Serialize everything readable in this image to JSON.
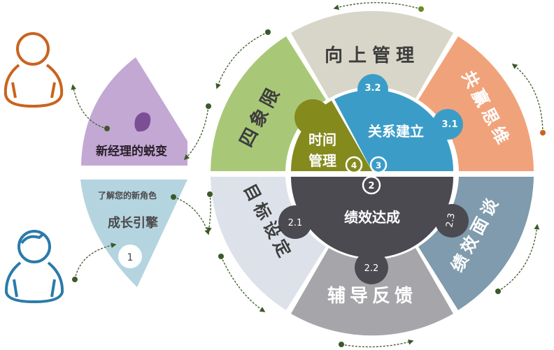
{
  "colors": {
    "green": "#a8c878",
    "beige": "#d8d6c8",
    "orange": "#f0a37a",
    "lightgray": "#dde2ea",
    "gray": "#a6a6aa",
    "steel": "#7f9bad",
    "olive": "#848a1c",
    "blue": "#3b9dc7",
    "dark": "#4b4a50",
    "purple": "#c3a8d3",
    "purpleDark": "#7b4f95",
    "lightblue": "#b4d4e0",
    "personOrange": "#c8641e",
    "personBlue": "#2c7aaa",
    "arrow": "#3a5a28"
  },
  "left": {
    "transform_title": "新经理的蜕变",
    "role_subtitle": "了解您的新角色",
    "growth_title": "成长引擎",
    "growth_number": "1"
  },
  "outer": {
    "four_quadrants": "四象限",
    "manage_up": "向上管理",
    "win_win": "共赢思维",
    "goal_setting": "目标设定",
    "coaching_feedback": "辅导反馈",
    "performance_talk": "绩效面谈"
  },
  "inner": {
    "time_mgmt_line1": "时间",
    "time_mgmt_line2": "管理",
    "time_mgmt_number": "4",
    "relationship": "关系建立",
    "relationship_number": "3",
    "rel_sub1": "3.1",
    "rel_sub2": "3.2",
    "performance": "绩效达成",
    "performance_number": "2",
    "perf_sub1": "2.1",
    "perf_sub2": "2.2",
    "perf_sub3": "2.3"
  }
}
